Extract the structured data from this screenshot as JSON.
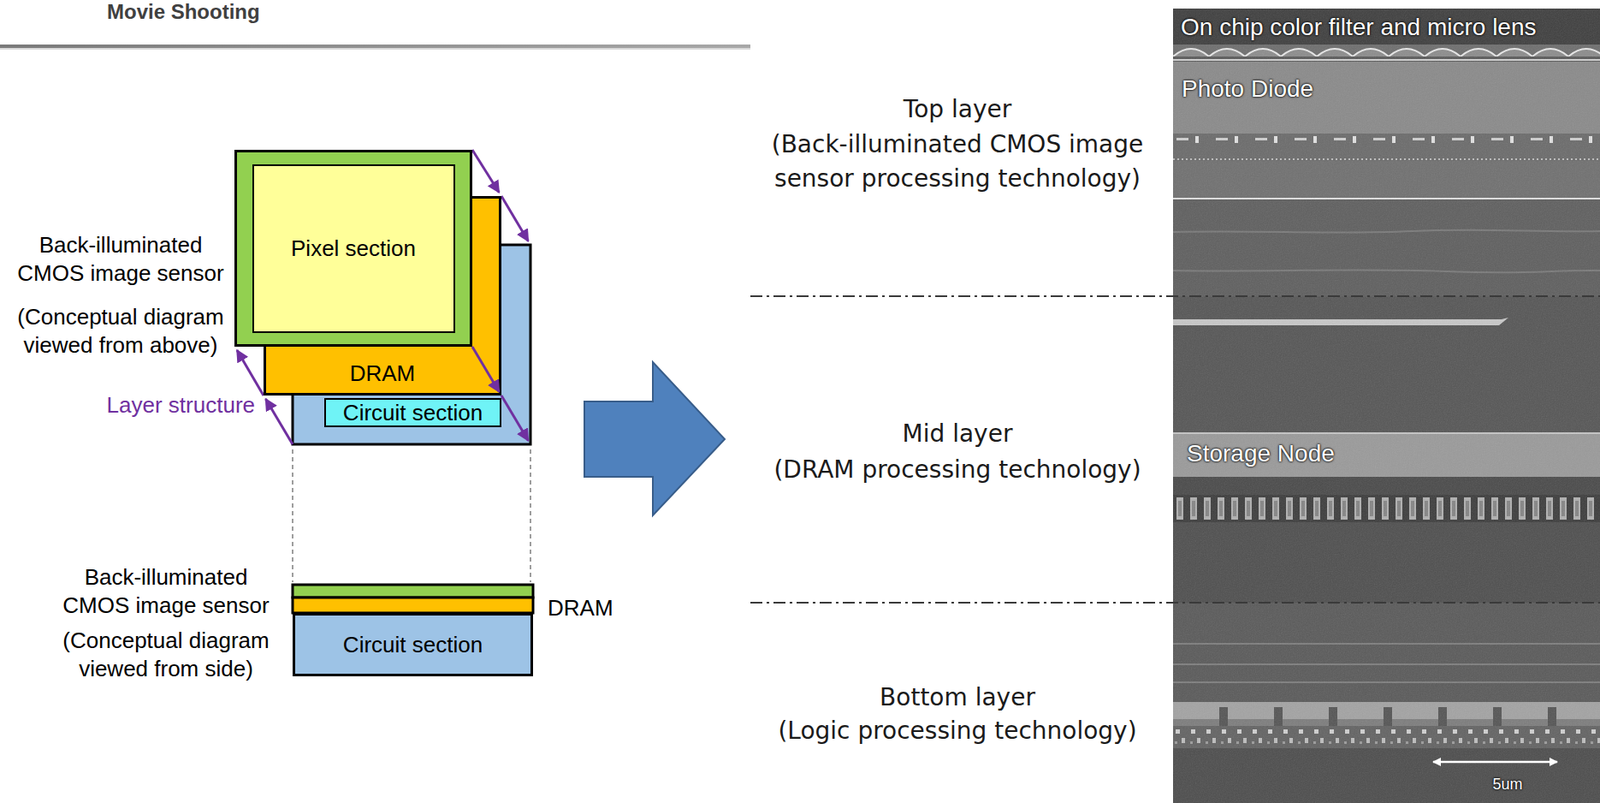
{
  "diagram": {
    "title": "Movie Shooting",
    "nodes": [
      {
        "text": [
          "Pixel section"
        ]
      },
      {
        "text": [
          "DRAM"
        ]
      },
      {
        "text": [
          "Circuit section"
        ]
      },
      {
        "text": [
          "Circuit section"
        ]
      }
    ],
    "labels": [
      "Back-illuminated CMOS image sensor",
      "(Conceptual diagram viewed from above)",
      "Layer structure",
      "Back-illuminated CMOS image sensor",
      "(Conceptual diagram viewed from side)",
      "DRAM",
      "Top layer",
      "(Back-illuminated CMOS image sensor processing technology)",
      "Mid layer",
      "(DRAM processing technology)",
      "Bottom layer",
      "(Logic processing technology)",
      "On chip color filter and micro lens",
      "Photo Diode",
      "Storage Node",
      "5um"
    ]
  }
}
